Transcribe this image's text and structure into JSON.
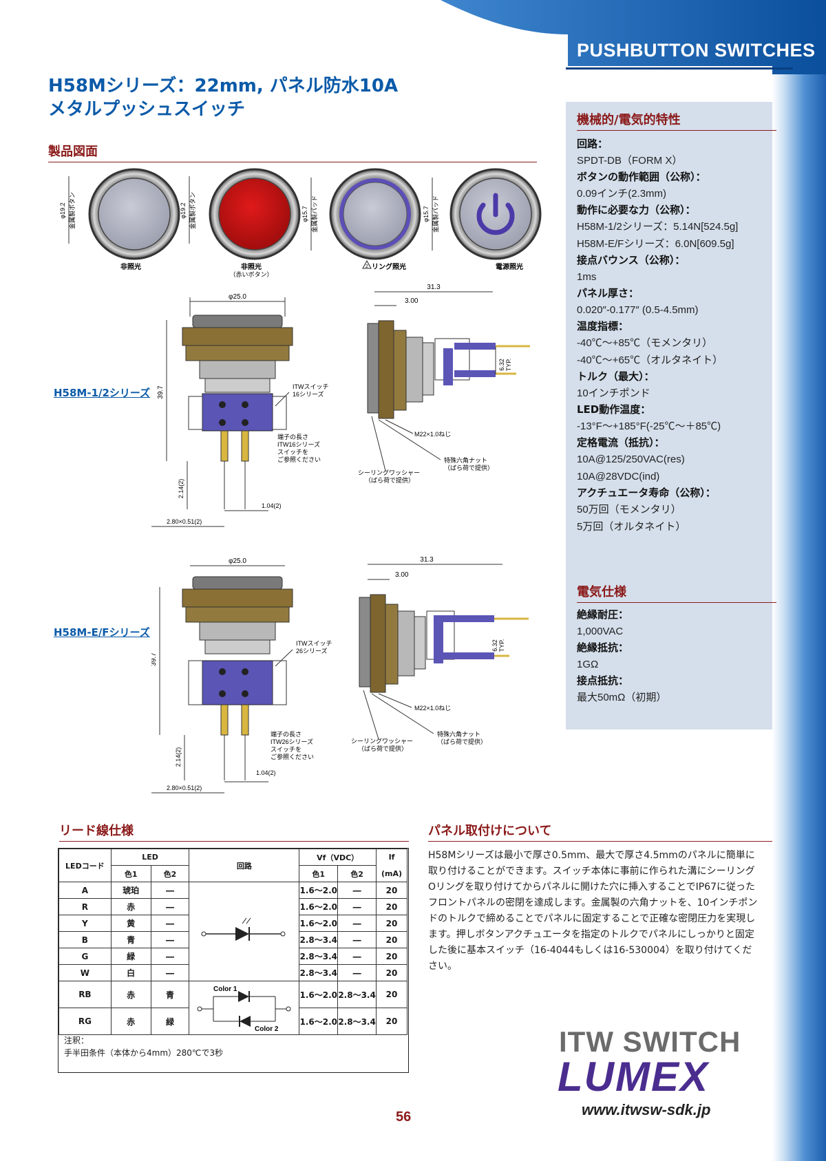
{
  "header": {
    "label": "PUSHBUTTON SWITCHES"
  },
  "title": {
    "line1": "H58Mシリーズ：22mm, パネル防水10A",
    "line2": "メタルプッシュスイッチ"
  },
  "drawing_section": {
    "heading": "製品図面",
    "buttons": [
      {
        "label": "非照光",
        "dim": "φ19.2",
        "side": "金属製ボタン"
      },
      {
        "label": "非照光",
        "sub": "（赤いボタン）",
        "dim": "φ19.2",
        "side": "金属製ボタン"
      },
      {
        "label": "リング照光",
        "dim": "φ15.7",
        "side": "金属製パッド",
        "note_mark": "2"
      },
      {
        "label": "電源照光",
        "dim": "φ15.7",
        "side": "金属製パッド"
      }
    ],
    "series1": "H58M-1/2シリーズ",
    "series2": "H58M-E/Fシリーズ",
    "dims": {
      "phi25": "φ25.0",
      "d313": "31.3",
      "d300": "3.00",
      "d397": "39.7",
      "d632": "6.32",
      "typ": "TYP.",
      "d214": "2.14(2)",
      "d104": "1.04(2)",
      "d280": "2.80×0.51(2)"
    },
    "callouts": {
      "itw16": "ITWスイッチ\n16シリーズ",
      "itw26": "ITWスイッチ\n26シリーズ",
      "term16": "端子の長さ\nITW16シリーズ\nスイッチを\nご参照ください",
      "term26": "端子の長さ\nITW26シリーズ\nスイッチを\nご参照ください",
      "thread": "M22×1.0ねじ",
      "nut": "特殊六角ナット\n（ばら荷で提供）",
      "washer": "シーリングワッシャー\n（ばら荷で提供）"
    }
  },
  "specs": {
    "heading": "機械的/電気的特性",
    "items": [
      {
        "label": "回路：",
        "values": [
          "SPDT-DB（FORM X）"
        ]
      },
      {
        "label": "ボタンの動作範囲（公称）：",
        "values": [
          "0.09インチ(2.3mm)"
        ]
      },
      {
        "label": "動作に必要な力（公称）：",
        "values": [
          "H58M-1/2シリーズ：5.14N[524.5g]",
          "H58M-E/Fシリーズ：6.0N[609.5g]"
        ]
      },
      {
        "label": "接点バウンス（公称）：",
        "values": [
          "1ms"
        ]
      },
      {
        "label": "パネル厚さ：",
        "values": [
          "0.020″-0.177″ (0.5-4.5mm)"
        ]
      },
      {
        "label": "温度指標：",
        "values": [
          "-40℃～+85℃（モメンタリ）",
          "-40℃～+65℃（オルタネイト）"
        ]
      },
      {
        "label": "トルク（最大）：",
        "values": [
          "10インチポンド"
        ]
      },
      {
        "label": "LED動作温度：",
        "values": [
          "-13°F～+185°F(-25℃～＋85℃)"
        ]
      },
      {
        "label": "定格電流（抵抗）：",
        "values": [
          "10A@125/250VAC(res)",
          "10A@28VDC(ind)"
        ]
      },
      {
        "label": "アクチュエータ寿命（公称）：",
        "values": [
          "50万回（モメンタリ）",
          "5万回（オルタネイト）"
        ]
      }
    ],
    "elec_heading": "電気仕様",
    "elec_items": [
      {
        "label": "絶縁耐圧：",
        "values": [
          "1,000VAC"
        ]
      },
      {
        "label": "絶縁抵抗：",
        "values": [
          "1GΩ"
        ]
      },
      {
        "label": "接点抵抗：",
        "values": [
          "最大50mΩ（初期）"
        ]
      }
    ]
  },
  "lead": {
    "heading": "リード線仕様",
    "headers": {
      "code": "LEDコード",
      "led": "LED",
      "c1": "色1",
      "c2": "色2",
      "circuit": "回路",
      "vf": "Vf（VDC）",
      "if": "If",
      "ma": "(mA)"
    },
    "rows": [
      {
        "code": "A",
        "c1": "琥珀",
        "c2": "―",
        "v1": "1.6～2.0",
        "v2": "―",
        "if": "20"
      },
      {
        "code": "R",
        "c1": "赤",
        "c2": "―",
        "v1": "1.6～2.0",
        "v2": "―",
        "if": "20"
      },
      {
        "code": "Y",
        "c1": "黄",
        "c2": "―",
        "v1": "1.6～2.0",
        "v2": "―",
        "if": "20"
      },
      {
        "code": "B",
        "c1": "青",
        "c2": "―",
        "v1": "2.8～3.4",
        "v2": "―",
        "if": "20"
      },
      {
        "code": "G",
        "c1": "緑",
        "c2": "―",
        "v1": "2.8～3.4",
        "v2": "―",
        "if": "20"
      },
      {
        "code": "W",
        "c1": "白",
        "c2": "―",
        "v1": "2.8～3.4",
        "v2": "―",
        "if": "20"
      },
      {
        "code": "RB",
        "c1": "赤",
        "c2": "青",
        "v1": "1.6～2.0",
        "v2": "2.8～3.4",
        "if": "20"
      },
      {
        "code": "RG",
        "c1": "赤",
        "c2": "緑",
        "v1": "1.6～2.0",
        "v2": "2.8～3.4",
        "if": "20"
      }
    ],
    "color1": "Color 1",
    "color2": "Color 2",
    "note_title": "注釈：",
    "note_text": "手半田条件（本体から4mm）280℃で3秒"
  },
  "panel": {
    "heading": "パネル取付けについて",
    "text": "H58Mシリーズは最小で厚さ0.5mm、最大で厚さ4.5mmのパネルに簡単に取り付けることができます。スイッチ本体に事前に作られた溝にシーリングOリングを取り付けてからパネルに開けた穴に挿入することでIP67に従ったフロントパネルの密閉を達成します。金属製の六角ナットを、10インチポンドのトルクで締めることでパネルに固定することで正確な密閉圧力を実現します。押しボタンアクチュエータを指定のトルクでパネルにしっかりと固定した後に基本スイッチ（16-4044もしくは16-530004）を取り付けてください。"
  },
  "logo": {
    "itw": "ITW SWITCH",
    "lumex": "LUMEX"
  },
  "footer": {
    "url": "www.itwsw-sdk.jp",
    "page": "56"
  }
}
